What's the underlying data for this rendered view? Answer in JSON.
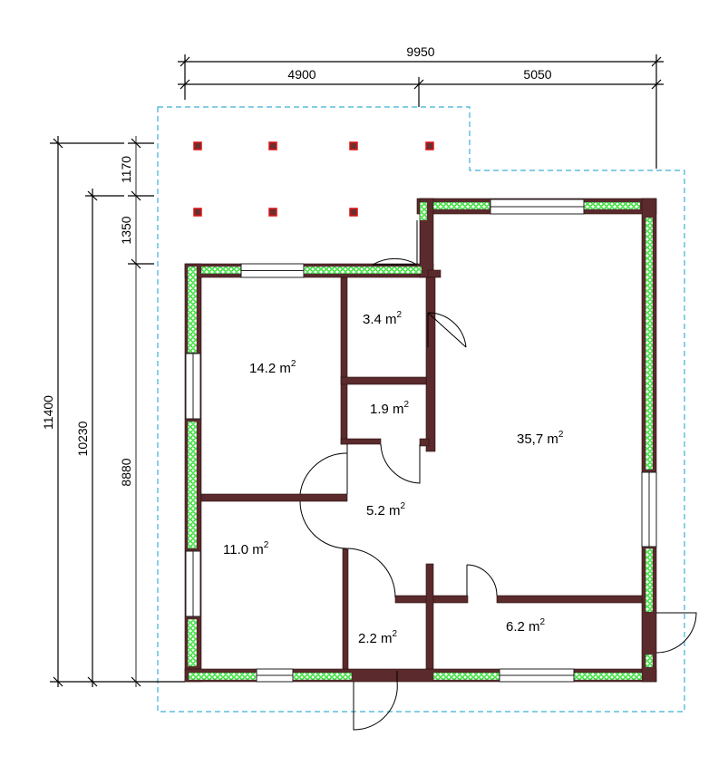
{
  "dimensions": {
    "total_width": "9950",
    "left_width": "4900",
    "right_width": "5050",
    "total_depth": "11400",
    "depth_mid": "10230",
    "depth_building": "8880",
    "porch_a": "1170",
    "porch_b": "1350"
  },
  "rooms": [
    {
      "label": "14.2 m",
      "sup": "2"
    },
    {
      "label": "3.4 m",
      "sup": "2"
    },
    {
      "label": "1.9 m",
      "sup": "2"
    },
    {
      "label": "35,7 m",
      "sup": "2"
    },
    {
      "label": "5.2 m",
      "sup": "2"
    },
    {
      "label": "11.0 m",
      "sup": "2"
    },
    {
      "label": "2.2 m",
      "sup": "2"
    },
    {
      "label": "6.2 m",
      "sup": "2"
    }
  ],
  "colors": {
    "wall": "#5a2a2c",
    "insulation": "#22dd22",
    "outline": "#3ab0d8",
    "column": "#e01010"
  }
}
